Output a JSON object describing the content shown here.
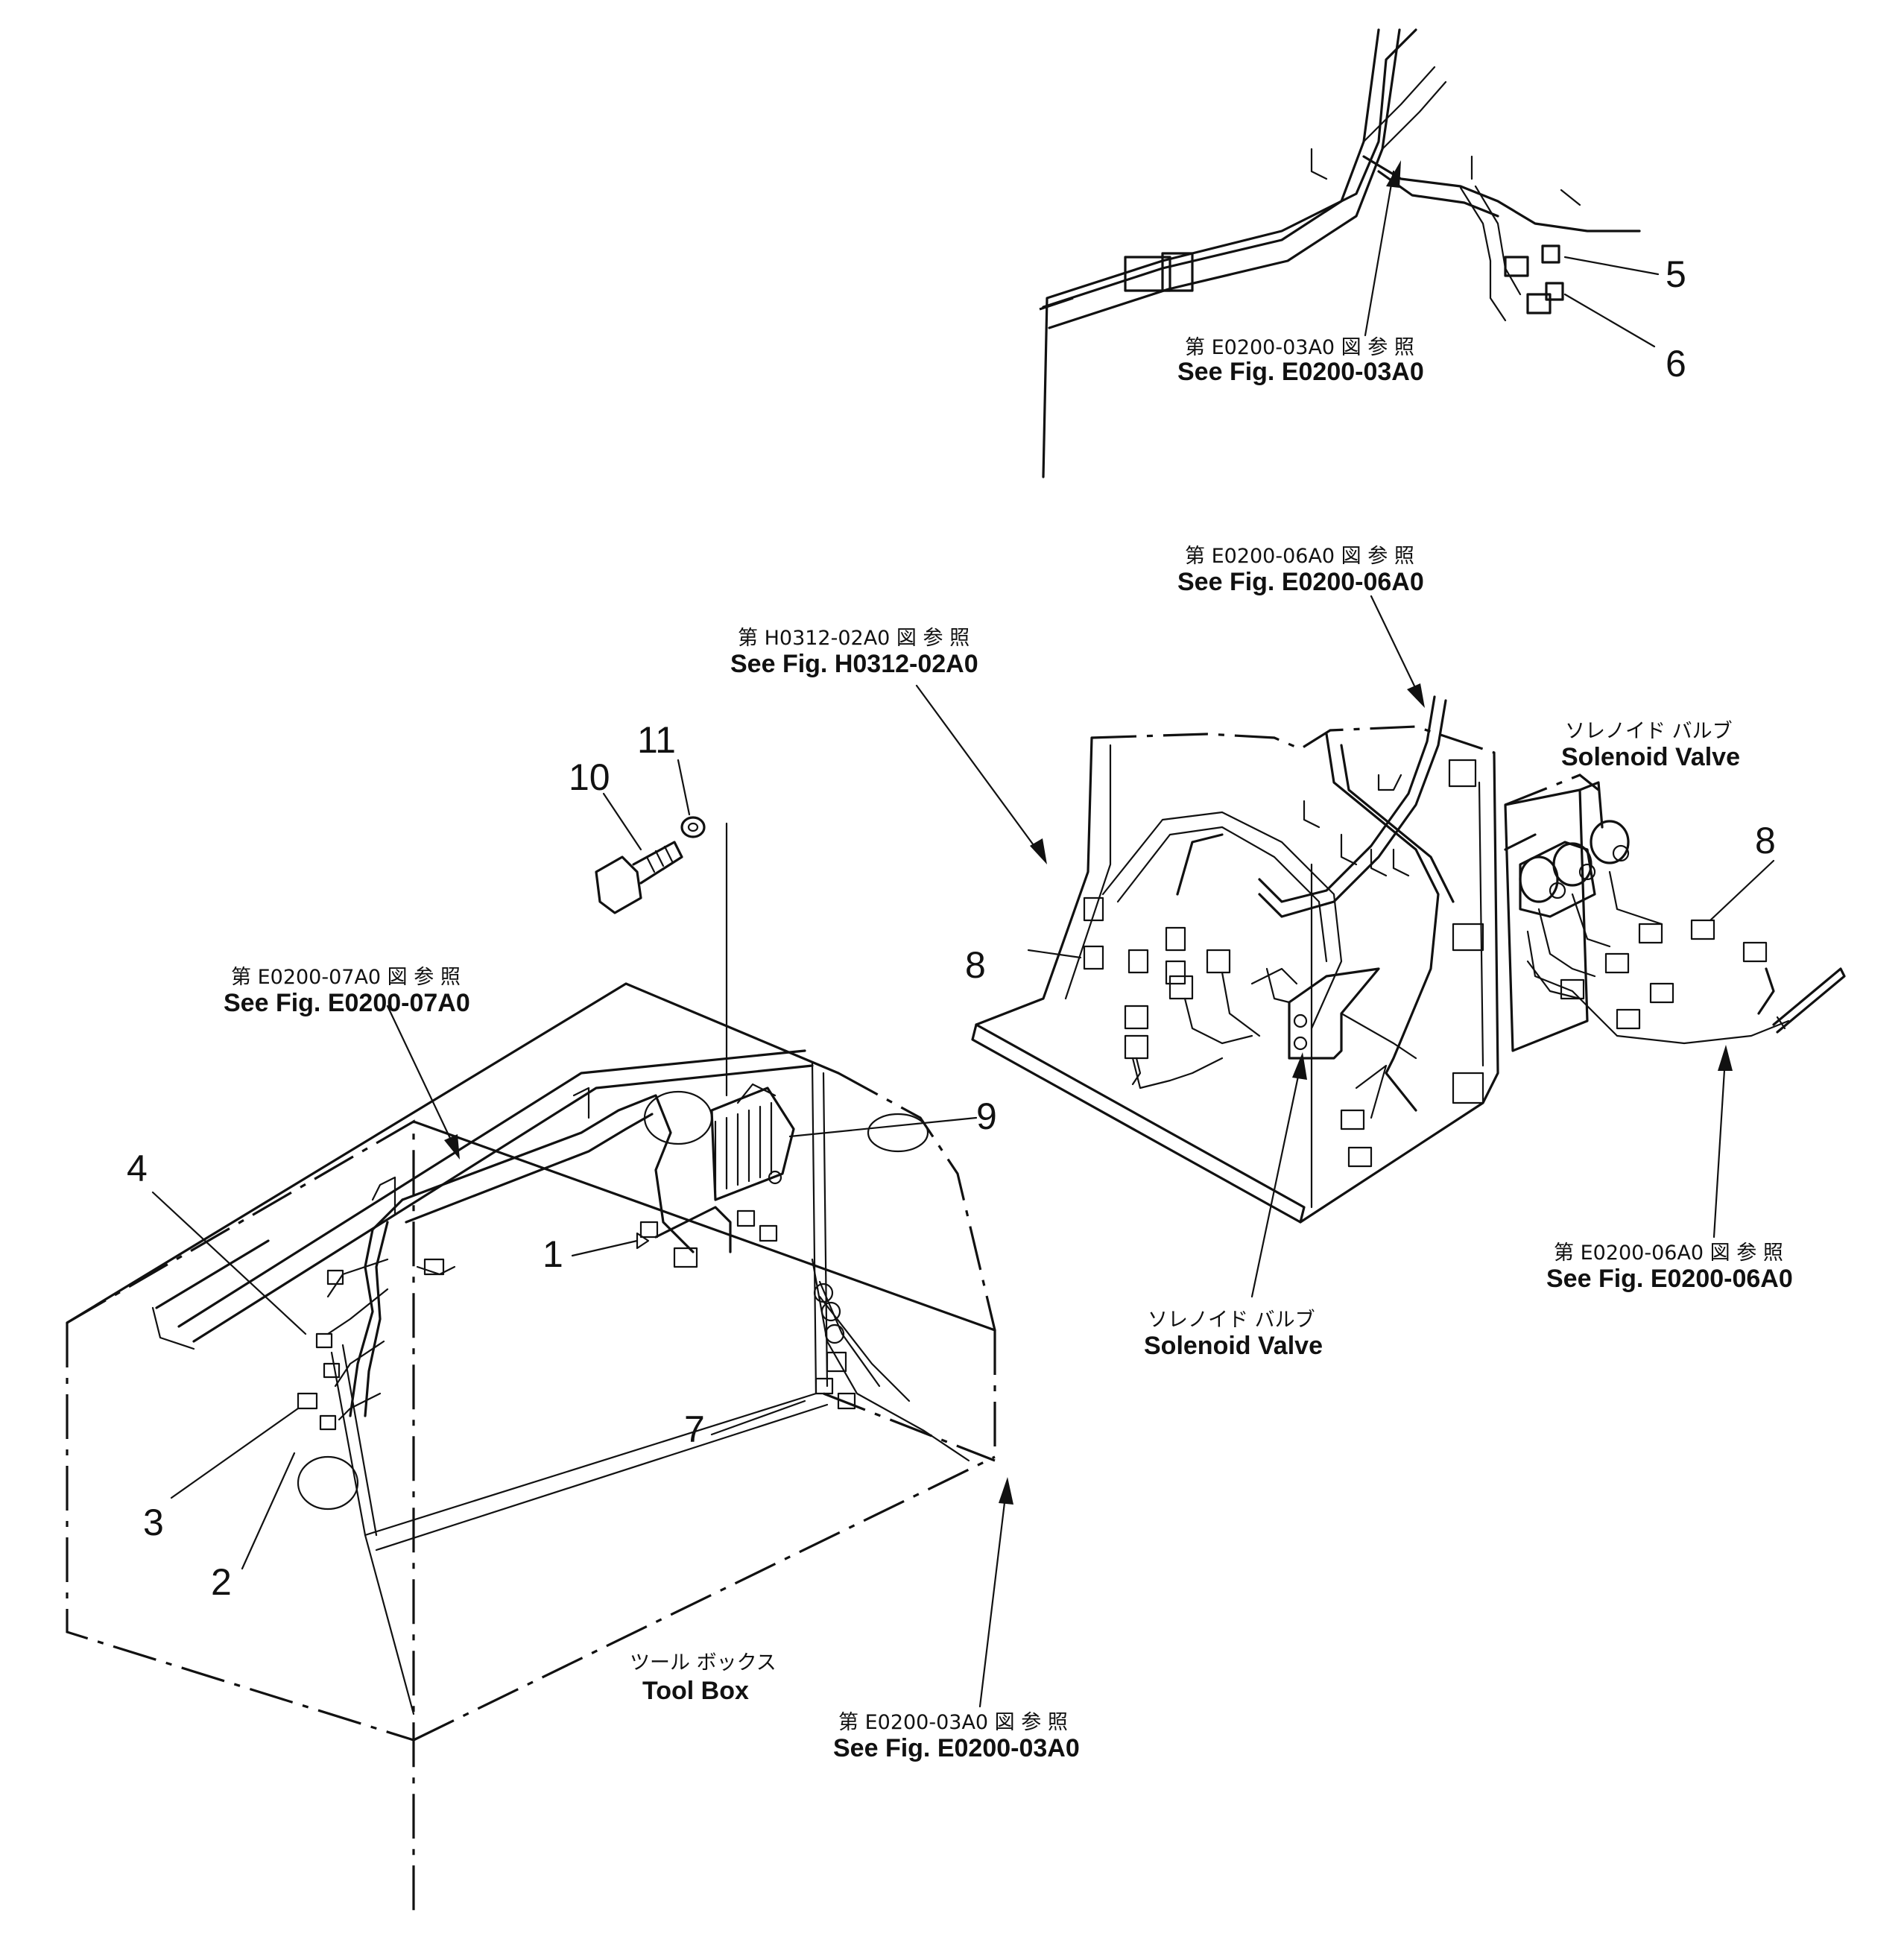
{
  "refs": [
    {
      "jp": "第 E0200-03A0 図 参 照",
      "en": "See Fig. E0200-03A0"
    },
    {
      "jp": "第 E0200-06A0 図 参 照",
      "en": "See Fig. E0200-06A0"
    },
    {
      "jp": "第 H0312-02A0 図 参 照",
      "en": "See Fig. H0312-02A0"
    },
    {
      "jp": "第 E0200-07A0 図 参 照",
      "en": "See Fig. E0200-07A0"
    },
    {
      "jp": "第 E0200-06A0 図 参 照",
      "en": "See Fig. E0200-06A0"
    },
    {
      "jp": "第 E0200-03A0 図 参 照",
      "en": "See Fig. E0200-03A0"
    }
  ],
  "components": [
    {
      "jp": "ソレノイド バルブ",
      "en": "Solenoid Valve"
    },
    {
      "jp": "ソレノイド バルブ",
      "en": "Solenoid Valve"
    },
    {
      "jp": "ツール ボックス",
      "en": "Tool Box"
    }
  ],
  "callouts": [
    "1",
    "2",
    "3",
    "4",
    "5",
    "6",
    "7",
    "8",
    "8",
    "9",
    "10",
    "11"
  ]
}
